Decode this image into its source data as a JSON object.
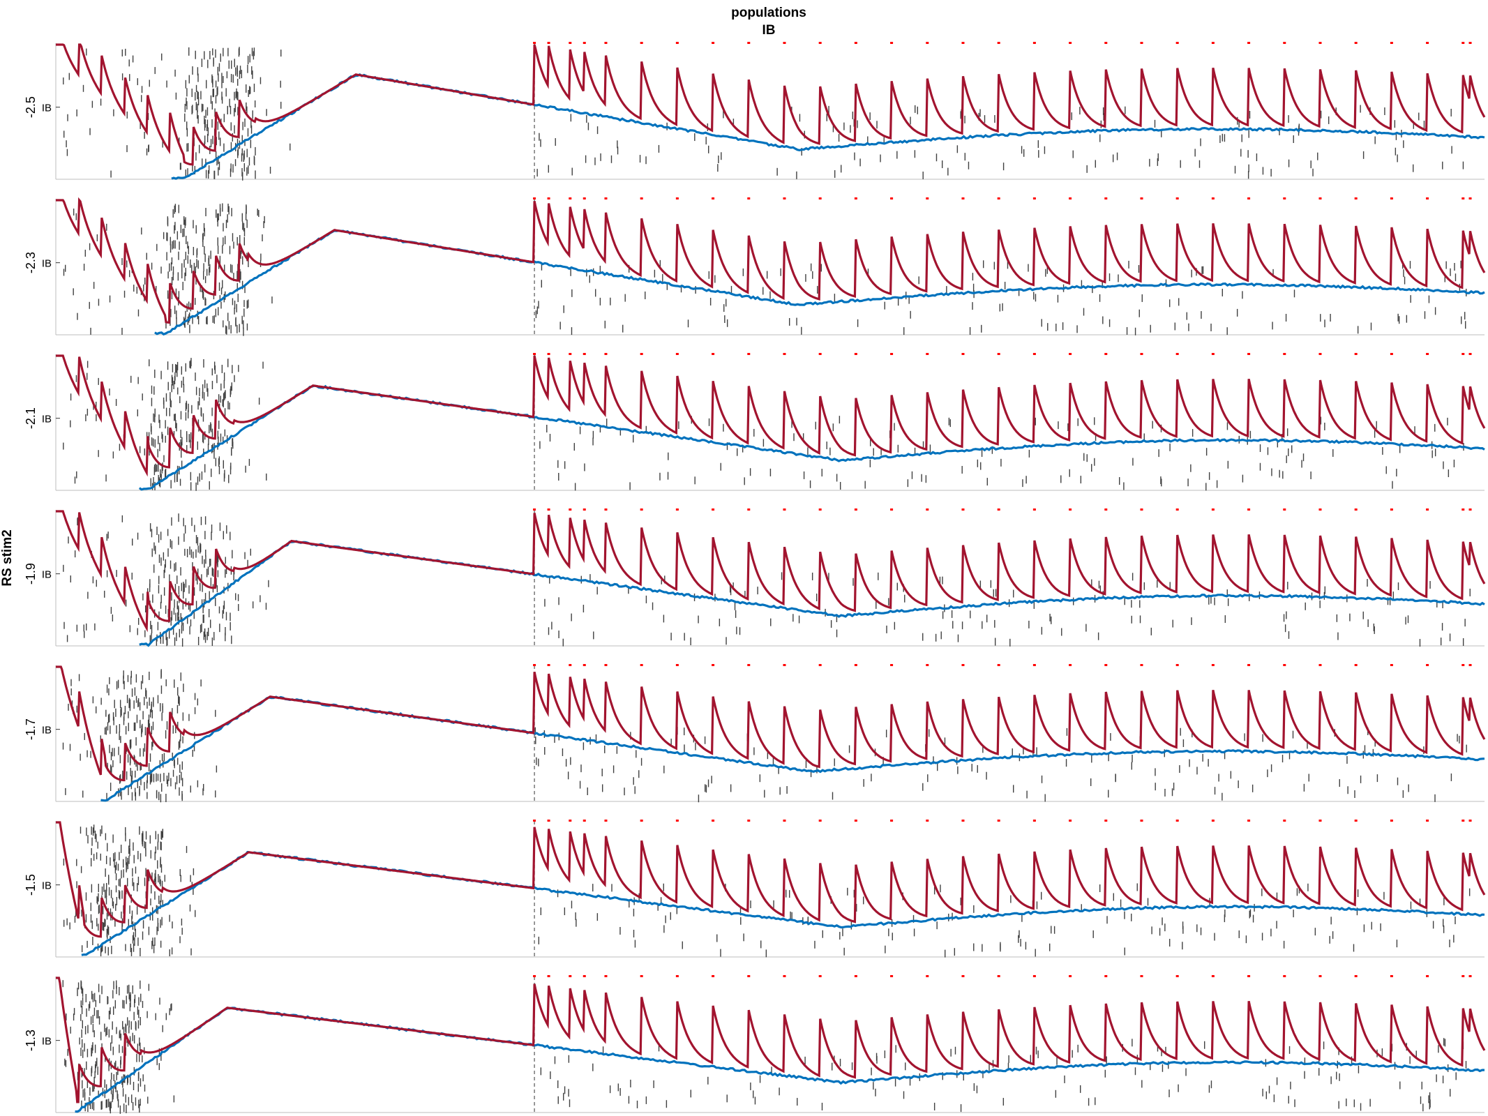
{
  "figure": {
    "title_line1": "populations",
    "title_line2": "IB",
    "ylabel": "RS stim2"
  },
  "chart_data": {
    "type": "line",
    "title": "populations IB",
    "ylabel": "RS stim2",
    "grid": false,
    "legend": "none",
    "colors": {
      "fast_trace": "#A2142F",
      "slow_trace": "#0072BD",
      "raster_ticks": "#404040",
      "pulse_markers": "#FF0000"
    },
    "series_description": [
      "raster tick marks",
      "fast trace (dark red)",
      "slow trace (blue)",
      "stimulus pulse markers (red)"
    ],
    "panels": [
      {
        "label": "-2.5",
        "tick_label": "IB",
        "burst_range": [
          0.09,
          0.14
        ],
        "valley": 0.52
      },
      {
        "label": "-2.3",
        "tick_label": "IB",
        "burst_range": [
          0.077,
          0.135
        ],
        "valley": 0.52
      },
      {
        "label": "-2.1",
        "tick_label": "IB",
        "burst_range": [
          0.065,
          0.125
        ],
        "valley": 0.55
      },
      {
        "label": "-1.9",
        "tick_label": "IB",
        "burst_range": [
          0.065,
          0.125
        ],
        "valley": 0.55
      },
      {
        "label": "-1.7",
        "tick_label": "IB",
        "burst_range": [
          0.035,
          0.09
        ],
        "valley": 0.53
      },
      {
        "label": "-1.5",
        "tick_label": "IB",
        "burst_range": [
          0.02,
          0.075
        ],
        "valley": 0.55
      },
      {
        "label": "-1.3",
        "tick_label": "IB",
        "burst_range": [
          0.015,
          0.06
        ],
        "valley": 0.55
      }
    ],
    "stim_onset": 0.335,
    "stim_pulses": [
      0.335,
      0.345,
      0.36,
      0.37,
      0.385,
      0.41,
      0.435,
      0.46,
      0.485,
      0.51,
      0.535,
      0.56,
      0.585,
      0.61,
      0.635,
      0.66,
      0.685,
      0.71,
      0.735,
      0.76,
      0.785,
      0.81,
      0.835,
      0.86,
      0.885,
      0.91,
      0.935,
      0.96,
      0.985,
      0.99
    ]
  }
}
